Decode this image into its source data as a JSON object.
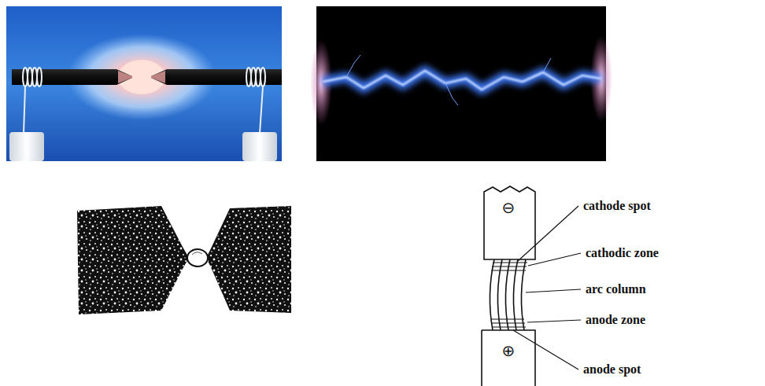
{
  "diagram": {
    "labels": [
      "cathode spot",
      "cathodic zone",
      "arc column",
      "anode zone",
      "anode spot",
      "⊖",
      "⊕"
    ]
  }
}
